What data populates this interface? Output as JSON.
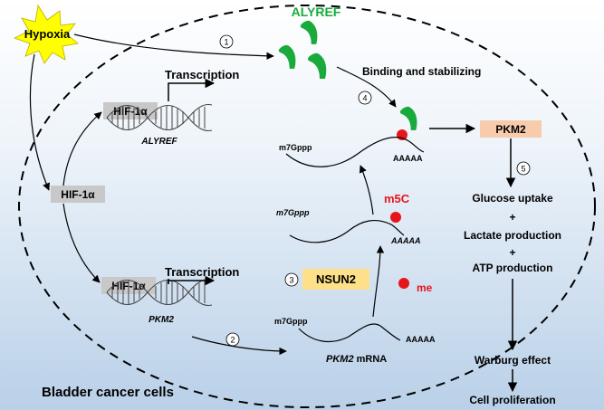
{
  "nodes": {
    "hypoxia": "Hypoxia",
    "hif_left": "HIF-1α",
    "hif_top": "HIF-1α",
    "hif_bottom": "HIF-1α",
    "alyref_protein": "ALYREF",
    "alyref_gene": "ALYREF",
    "pkm2_gene": "PKM2",
    "nsun2": "NSUN2",
    "pkm2_protein": "PKM2",
    "cell_label": "Bladder cancer cells"
  },
  "labels": {
    "transcription_top": "Transcription",
    "transcription_bottom": "Transcription",
    "binding": "Binding and stabilizing",
    "m5c": "m5C",
    "me": "me",
    "m7g_top": "m7Gppp",
    "m7g_mid": "m7Gppp",
    "m7g_bottom": "m7Gppp",
    "polya_top": "AAAAA",
    "polya_mid": "AAAAA",
    "polya_bottom": "AAAAA",
    "pkm2_mrna_italic": "PKM2",
    "pkm2_mrna_suffix": " mRNA"
  },
  "steps": [
    "1",
    "2",
    "3",
    "4",
    "5"
  ],
  "outcomes": {
    "glucose": "Glucose uptake",
    "plus1": "+",
    "lactate": "Lactate production",
    "plus2": "+",
    "atp": "ATP production",
    "warburg": "Warburg effect",
    "proliferation": "Cell proliferation"
  },
  "colors": {
    "hypoxia_fill": "#ffff00",
    "hif_fill": "#c8c8c8",
    "alyref_green": "#1aaa3c",
    "nsun2_fill": "#ffe08a",
    "pkm2_fill": "#f8cbad",
    "m5c_red": "#e8141c",
    "line": "#000000"
  }
}
